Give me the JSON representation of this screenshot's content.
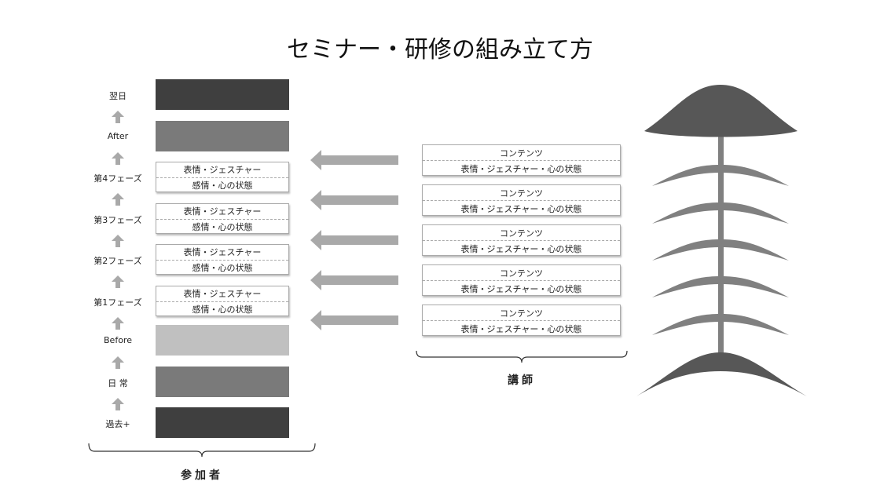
{
  "title": "セミナー・研修の組み立て方",
  "participant": {
    "label": "参加者",
    "stages": [
      {
        "label": "翌日",
        "type": "block",
        "color": "#3f3f3f"
      },
      {
        "label": "After",
        "type": "block",
        "color": "#7a7a7a"
      },
      {
        "label": "第4フェーズ",
        "type": "box",
        "line1": "表情・ジェスチャー",
        "line2": "感情・心の状態"
      },
      {
        "label": "第3フェーズ",
        "type": "box",
        "line1": "表情・ジェスチャー",
        "line2": "感情・心の状態"
      },
      {
        "label": "第2フェーズ",
        "type": "box",
        "line1": "表情・ジェスチャー",
        "line2": "感情・心の状態"
      },
      {
        "label": "第1フェーズ",
        "type": "box",
        "line1": "表情・ジェスチャー",
        "line2": "感情・心の状態"
      },
      {
        "label": "Before",
        "type": "block",
        "color": "#c0c0c0"
      },
      {
        "label": "日 常",
        "type": "block",
        "color": "#7a7a7a"
      },
      {
        "label": "過去+",
        "type": "block",
        "color": "#3f3f3f"
      }
    ]
  },
  "instructor": {
    "label": "講師",
    "boxes": [
      {
        "line1": "コンテンツ",
        "line2": "表情・ジェスチャー・心の状態"
      },
      {
        "line1": "コンテンツ",
        "line2": "表情・ジェスチャー・心の状態"
      },
      {
        "line1": "コンテンツ",
        "line2": "表情・ジェスチャー・心の状態"
      },
      {
        "line1": "コンテンツ",
        "line2": "表情・ジェスチャー・心の状態"
      },
      {
        "line1": "コンテンツ",
        "line2": "表情・ジェスチャー・心の状態"
      }
    ]
  },
  "colors": {
    "arrow": "#a9a9a9",
    "fish_dark": "#575757",
    "fish_light": "#808080"
  }
}
